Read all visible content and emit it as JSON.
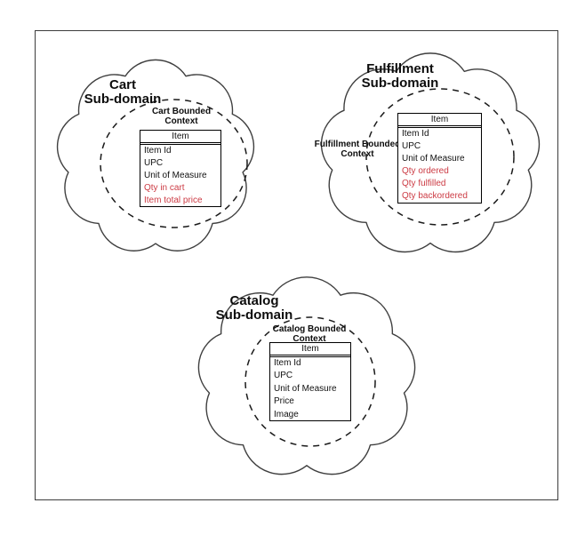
{
  "colors": {
    "cloud_outline": "#3f3f3f",
    "dashed_outline": "#1a1a1a",
    "table_border": "#000000",
    "text": "#111111",
    "highlight": "#cc3b44",
    "background": "#ffffff"
  },
  "domains": [
    {
      "id": "cart",
      "title": [
        "Cart",
        "Sub-domain"
      ],
      "context_label": [
        "Cart Bounded",
        "Context"
      ],
      "entity": {
        "header": "Item",
        "attributes": [
          {
            "label": "Item Id",
            "highlight": false
          },
          {
            "label": "UPC",
            "highlight": false
          },
          {
            "label": "Unit of Measure",
            "highlight": false
          },
          {
            "label": "Qty in cart",
            "highlight": true
          },
          {
            "label": "Item total price",
            "highlight": true
          }
        ]
      }
    },
    {
      "id": "fulfillment",
      "title": [
        "Fulfillment",
        "Sub-domain"
      ],
      "context_label": [
        "Fulfillment Bounded",
        "Context"
      ],
      "entity": {
        "header": "Item",
        "attributes": [
          {
            "label": "Item Id",
            "highlight": false
          },
          {
            "label": "UPC",
            "highlight": false
          },
          {
            "label": "Unit of Measure",
            "highlight": false
          },
          {
            "label": "Qty ordered",
            "highlight": true
          },
          {
            "label": "Qty fulfilled",
            "highlight": true
          },
          {
            "label": "Qty backordered",
            "highlight": true
          }
        ]
      }
    },
    {
      "id": "catalog",
      "title": [
        "Catalog",
        "Sub-domain"
      ],
      "context_label": [
        "Catalog Bounded",
        "Context"
      ],
      "entity": {
        "header": "Item",
        "attributes": [
          {
            "label": "Item Id",
            "highlight": false
          },
          {
            "label": "UPC",
            "highlight": false
          },
          {
            "label": "Unit of Measure",
            "highlight": false
          },
          {
            "label": "Price",
            "highlight": false
          },
          {
            "label": "Image",
            "highlight": false
          }
        ]
      }
    }
  ]
}
